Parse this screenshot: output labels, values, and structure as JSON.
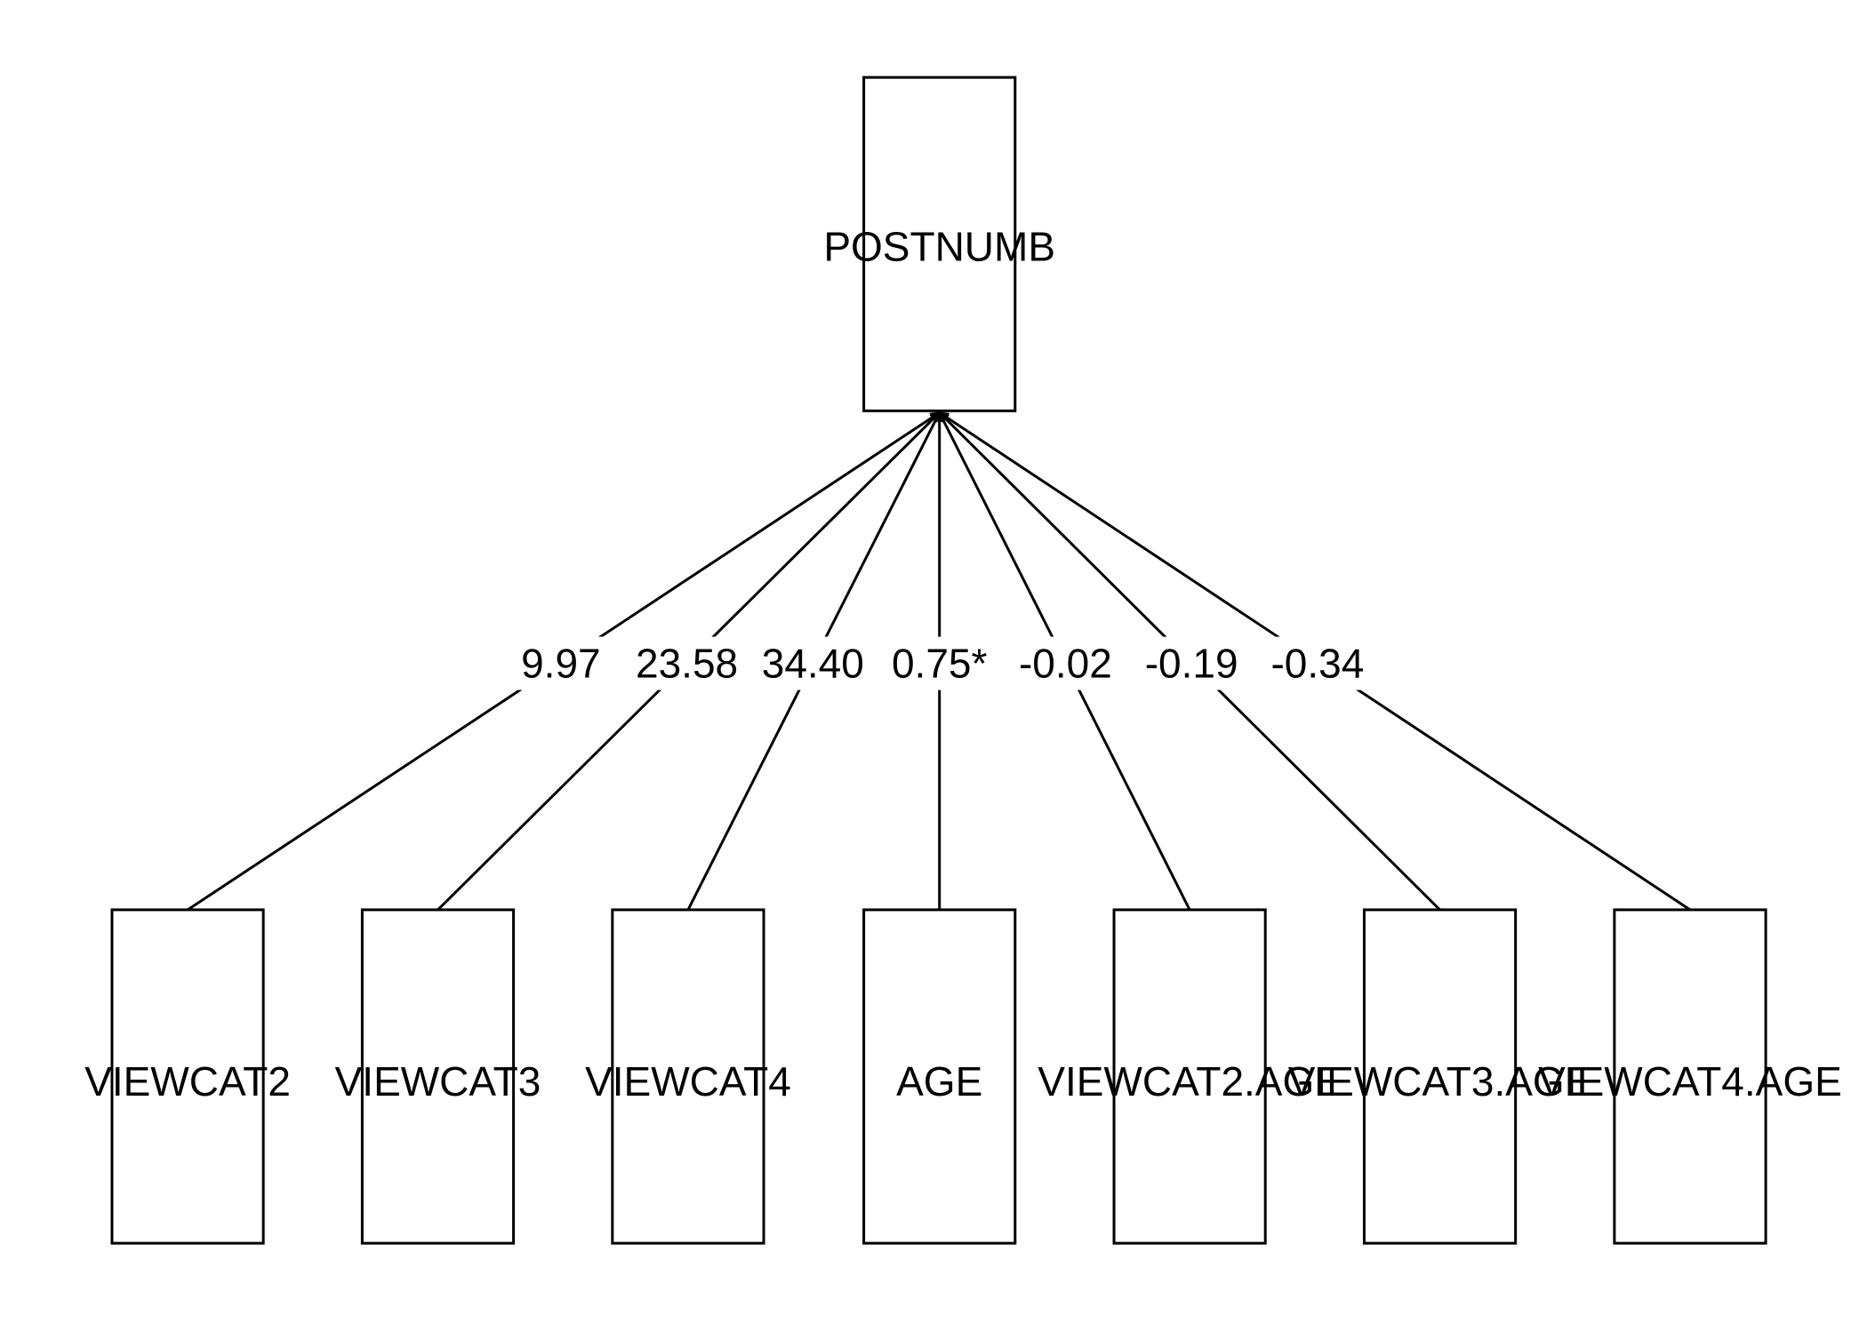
{
  "diagram": {
    "outcome": {
      "label": "POSTNUMB"
    },
    "predictors": [
      {
        "label": "VIEWCAT2",
        "coefficient": "9.97"
      },
      {
        "label": "VIEWCAT3",
        "coefficient": "23.58"
      },
      {
        "label": "VIEWCAT4",
        "coefficient": "34.40"
      },
      {
        "label": "AGE",
        "coefficient": "0.75*"
      },
      {
        "label": "VIEWCAT2.AGE",
        "coefficient": "-0.02"
      },
      {
        "label": "VIEWCAT3.AGE",
        "coefficient": "-0.19"
      },
      {
        "label": "VIEWCAT4.AGE",
        "coefficient": "-0.34"
      }
    ]
  }
}
